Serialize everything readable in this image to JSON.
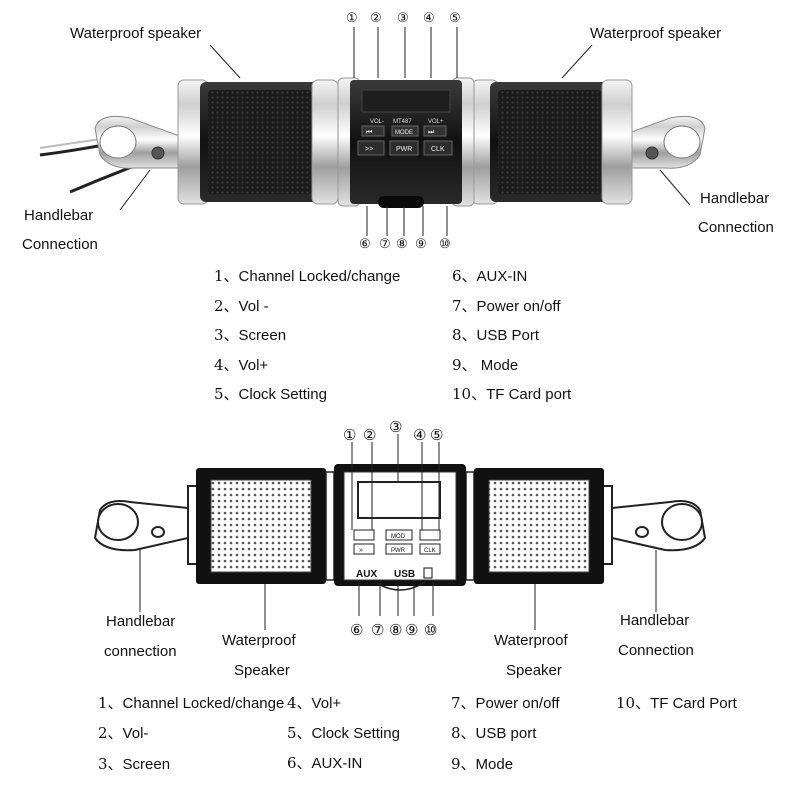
{
  "top": {
    "label_wp_left": "Waterproof speaker",
    "label_wp_right": "Waterproof speaker",
    "label_hb_left_1": "Handlebar",
    "label_hb_left_2": "Connection",
    "label_hb_right_1": "Handlebar",
    "label_hb_right_2": "Connection",
    "circled_top": [
      "①",
      "②",
      "③",
      "④",
      "⑤"
    ],
    "circled_bottom": [
      "⑥",
      "⑦",
      "⑧",
      "⑨",
      "⑩"
    ],
    "panel": {
      "vol_minus": "VOL-",
      "model": "MT487",
      "vol_plus": "VOL+",
      "mode": "MODE",
      "ff": ">>",
      "pwr": "PWR",
      "clk": "CLK"
    },
    "legend_left": [
      {
        "n": "1、",
        "t": "Channel Locked/change"
      },
      {
        "n": "2、",
        "t": "Vol -"
      },
      {
        "n": "3、",
        "t": "Screen"
      },
      {
        "n": "4、",
        "t": "Vol+"
      },
      {
        "n": "5、",
        "t": "Clock Setting"
      }
    ],
    "legend_right": [
      {
        "n": "6、",
        "t": "AUX-IN"
      },
      {
        "n": "7、",
        "t": "Power on/off"
      },
      {
        "n": "8、",
        "t": "USB Port"
      },
      {
        "n": "9、",
        "t": " Mode"
      },
      {
        "n": "10、",
        "t": "TF Card port"
      }
    ]
  },
  "bottom": {
    "circled_top": [
      "①",
      "②",
      "③",
      "④",
      "⑤"
    ],
    "circled_bottom": [
      "⑥",
      "⑦",
      "⑧",
      "⑨",
      "⑩"
    ],
    "label_hb_left_1": "Handlebar",
    "label_hb_left_2": "connection",
    "label_wp_left_1": "Waterproof",
    "label_wp_left_2": "Speaker",
    "label_wp_right_1": "Waterproof",
    "label_wp_right_2": "Speaker",
    "label_hb_right_1": "Handlebar",
    "label_hb_right_2": "Connection",
    "panel": {
      "aux": "AUX",
      "usb": "USB",
      "pwr": "PWR",
      "clk": "CLK",
      "mod": "MOD"
    },
    "legend": [
      {
        "n": "1、",
        "t": "Channel Locked/change"
      },
      {
        "n": "4、",
        "t": "Vol+"
      },
      {
        "n": "7、",
        "t": "Power on/off"
      },
      {
        "n": "10、",
        "t": "TF Card Port"
      },
      {
        "n": "2、",
        "t": "Vol-"
      },
      {
        "n": "5、",
        "t": "Clock Setting"
      },
      {
        "n": "8、",
        "t": "USB port"
      },
      {
        "n": "3、",
        "t": "Screen"
      },
      {
        "n": "6、",
        "t": "AUX-IN"
      },
      {
        "n": "9、",
        "t": "Mode"
      }
    ]
  }
}
